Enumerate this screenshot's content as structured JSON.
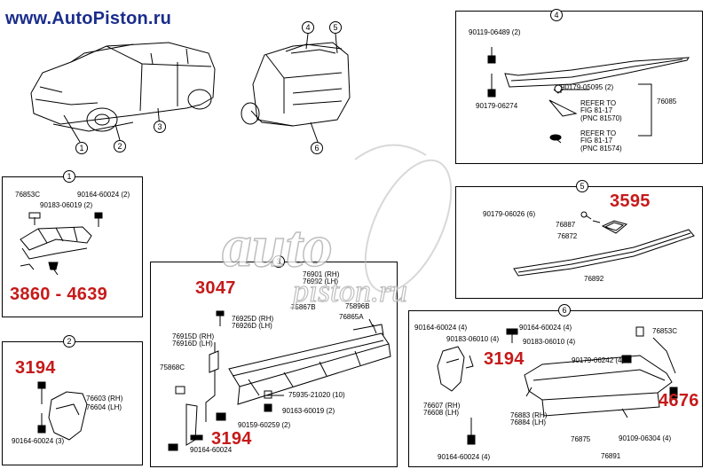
{
  "site_url": "www.AutoPiston.ru",
  "watermark": "autopiston.ru",
  "overview": {
    "callouts": [
      "1",
      "2",
      "3",
      "4",
      "5",
      "6"
    ]
  },
  "panels": {
    "p1": {
      "num": "1",
      "labels": [
        "76853C",
        "90164-60024 (2)",
        "90183-06019 (2)"
      ],
      "price": "3860 - 4639"
    },
    "p2": {
      "num": "2",
      "labels": [
        "76603 (RH)",
        "76604 (LH)",
        "90164-60024 (3)"
      ],
      "price": "3194"
    },
    "p3": {
      "num": "3",
      "labels": {
        "l76901": "76901 (RH)\n76902 (LH)",
        "l75867b": "75867B",
        "l75896b": "75896B",
        "l76925": "76925D (RH)\n76926D (LH)",
        "l76865a": "76865A",
        "l76915": "76915D (RH)\n76916D (LH)",
        "l75868c": "75868C",
        "l75935": "75935-21020 (10)",
        "l90163": "90163-60019 (2)",
        "l90159": "90159-60259 (2)",
        "l90164": "90164-60024"
      },
      "price_top": "3047",
      "price_bottom": "3194"
    },
    "p4": {
      "num": "4",
      "labels": {
        "l90119": "90119-06489 (2)",
        "l90179a": "90179-05095 (2)",
        "l76085": "76085",
        "l90179b": "90179-06274",
        "ref1": "REFER TO\nFIG 81-17\n(PNC 81570)",
        "ref2": "REFER TO\nFIG 81-17\n(PNC 81574)"
      }
    },
    "p5": {
      "num": "5",
      "labels": {
        "l90179": "90179-06026 (6)",
        "l76887": "76887",
        "l76872": "76872",
        "l76892": "76892"
      },
      "price": "3595"
    },
    "p6": {
      "num": "6",
      "labels": {
        "l90164a": "90164-60024 (4)",
        "l90164b": "90164-60024 (4)",
        "l76853c": "76853C",
        "l90183a": "90183-06010 (4)",
        "l90183b": "90183-06010 (4)",
        "l90179": "90179-06242 (4)",
        "l76607": "76607 (RH)\n76608 (LH)",
        "l76883": "76883 (RH)\n76884 (LH)",
        "l76875": "76875",
        "l90109": "90109-06304 (4)",
        "l76891": "76891",
        "l90164c": "90164-60024 (4)"
      },
      "price_middle": "3194",
      "price_right": "4676"
    }
  }
}
